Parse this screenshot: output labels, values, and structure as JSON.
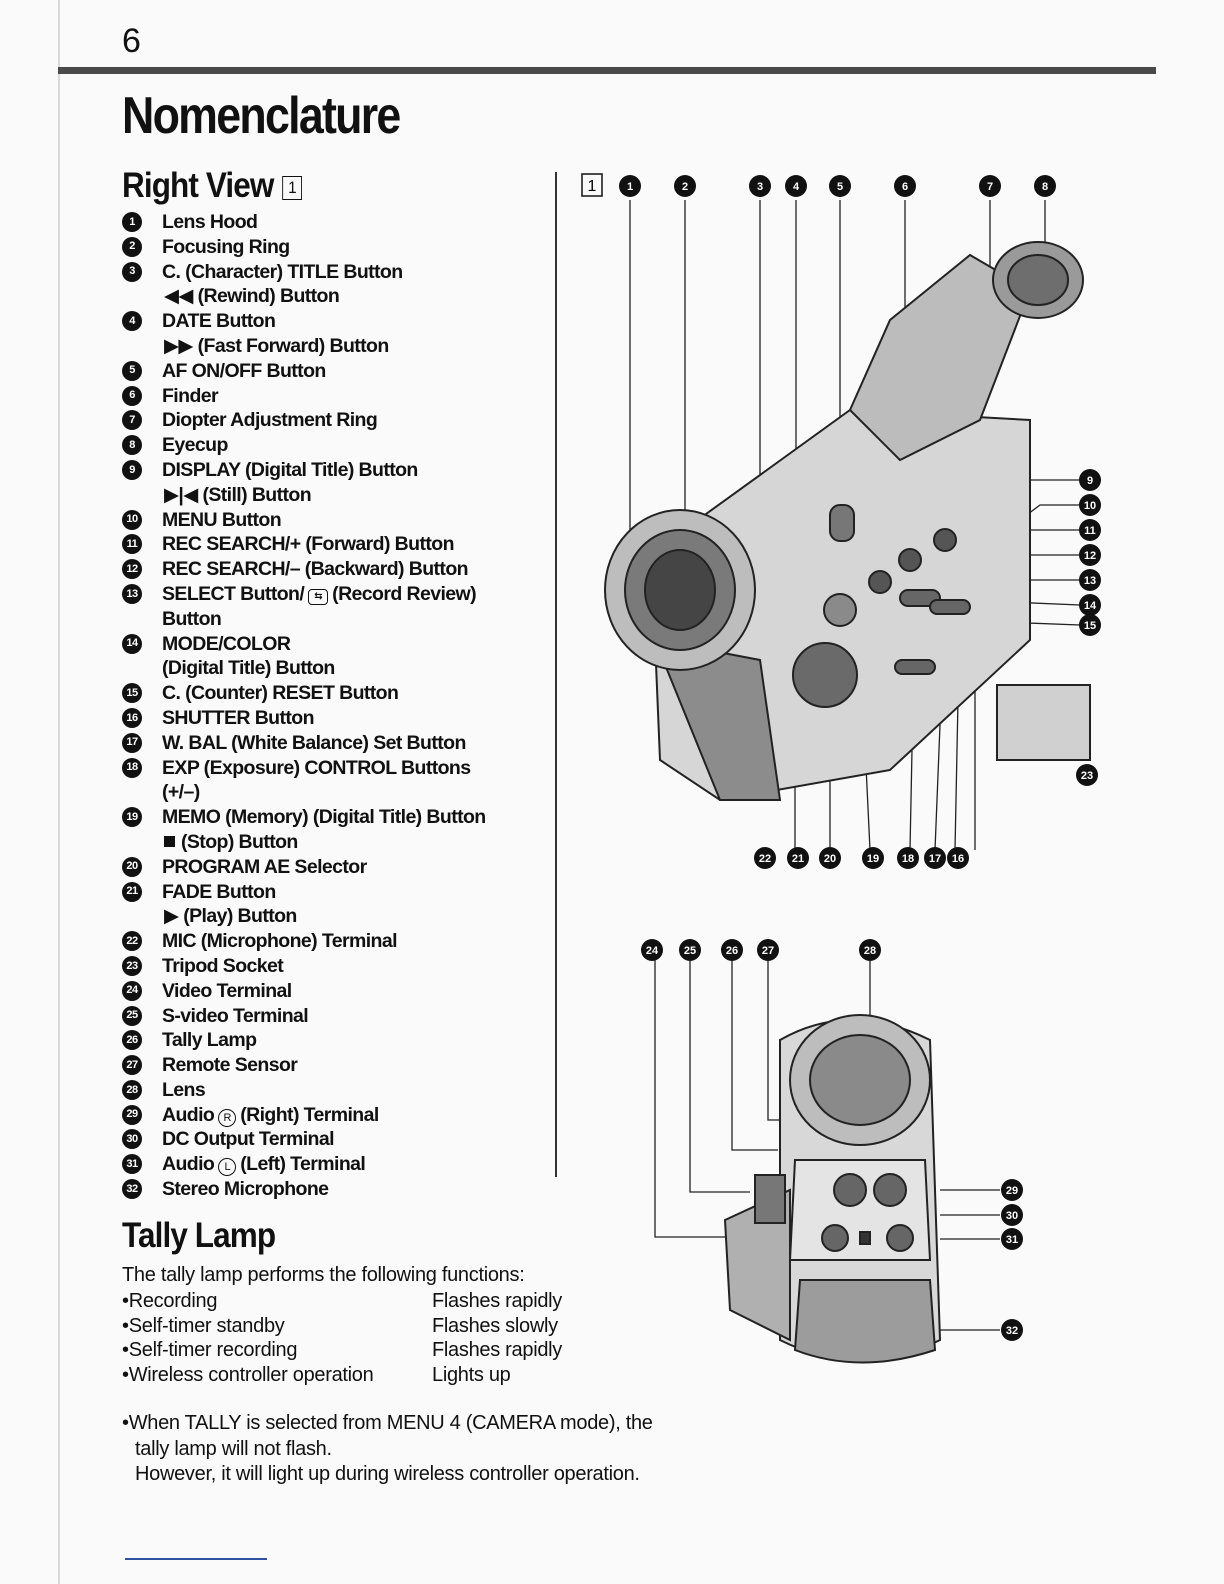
{
  "page": {
    "number": "6",
    "title": "Nomenclature"
  },
  "right_view": {
    "title": "Right View",
    "figure_ref": "1",
    "items": [
      {
        "num": "1",
        "lines": [
          "Lens Hood"
        ]
      },
      {
        "num": "2",
        "lines": [
          "Focusing Ring"
        ]
      },
      {
        "num": "3",
        "lines": [
          "C. (Character) TITLE Button"
        ],
        "sub_symbol": "◀◀",
        "sub_text": "(Rewind) Button"
      },
      {
        "num": "4",
        "lines": [
          "DATE Button"
        ],
        "sub_symbol": "▶▶",
        "sub_text": "(Fast Forward) Button"
      },
      {
        "num": "5",
        "lines": [
          "AF ON/OFF Button"
        ]
      },
      {
        "num": "6",
        "lines": [
          "Finder"
        ]
      },
      {
        "num": "7",
        "lines": [
          "Diopter Adjustment Ring"
        ]
      },
      {
        "num": "8",
        "lines": [
          "Eyecup"
        ]
      },
      {
        "num": "9",
        "lines": [
          "DISPLAY (Digital Title) Button"
        ],
        "sub_symbol": "▶|◀",
        "sub_text": "(Still) Button"
      },
      {
        "num": "10",
        "lines": [
          "MENU Button"
        ]
      },
      {
        "num": "11",
        "lines": [
          "REC SEARCH/+ (Forward) Button"
        ]
      },
      {
        "num": "12",
        "lines": [
          "REC SEARCH/– (Backward) Button"
        ]
      },
      {
        "num": "13",
        "lines": [
          "SELECT Button/",
          "(Record Review)",
          "Button"
        ]
      },
      {
        "num": "14",
        "lines": [
          "MODE/COLOR",
          "(Digital Title) Button"
        ]
      },
      {
        "num": "15",
        "lines": [
          "C. (Counter) RESET Button"
        ]
      },
      {
        "num": "16",
        "lines": [
          "SHUTTER Button"
        ]
      },
      {
        "num": "17",
        "lines": [
          "W. BAL (White Balance) Set Button"
        ]
      },
      {
        "num": "18",
        "lines": [
          "EXP (Exposure) CONTROL Buttons",
          "(+/–)"
        ]
      },
      {
        "num": "19",
        "lines": [
          "MEMO (Memory) (Digital Title) Button"
        ],
        "sub_symbol": "■",
        "sub_text": "(Stop) Button"
      },
      {
        "num": "20",
        "lines": [
          "PROGRAM AE Selector"
        ]
      },
      {
        "num": "21",
        "lines": [
          "FADE Button"
        ],
        "sub_symbol": "▶",
        "sub_text": "(Play) Button"
      },
      {
        "num": "22",
        "lines": [
          "MIC (Microphone) Terminal"
        ]
      },
      {
        "num": "23",
        "lines": [
          "Tripod Socket"
        ]
      },
      {
        "num": "24",
        "lines": [
          "Video Terminal"
        ]
      },
      {
        "num": "25",
        "lines": [
          "S-video Terminal"
        ]
      },
      {
        "num": "26",
        "lines": [
          "Tally Lamp"
        ]
      },
      {
        "num": "27",
        "lines": [
          "Remote Sensor"
        ]
      },
      {
        "num": "28",
        "lines": [
          "Lens"
        ]
      },
      {
        "num": "29",
        "lines": [
          "Audio",
          "R",
          "(Right) Terminal"
        ]
      },
      {
        "num": "30",
        "lines": [
          "DC Output Terminal"
        ]
      },
      {
        "num": "31",
        "lines": [
          "Audio",
          "L",
          "(Left) Terminal"
        ]
      },
      {
        "num": "32",
        "lines": [
          "Stereo Microphone"
        ]
      }
    ]
  },
  "tally": {
    "title": "Tally Lamp",
    "intro": "The tally lamp performs the following functions:",
    "rows": [
      {
        "function": "•Recording",
        "behavior": "Flashes rapidly"
      },
      {
        "function": "•Self-timer standby",
        "behavior": "Flashes slowly"
      },
      {
        "function": "•Self-timer recording",
        "behavior": "Flashes rapidly"
      },
      {
        "function": "•Wireless controller operation",
        "behavior": "Lights up"
      }
    ],
    "note_lines": [
      "•When TALLY is selected from MENU 4 (CAMERA mode), the",
      "tally lamp will not flash.",
      "However, it will light up during wireless controller operation."
    ]
  },
  "figure": {
    "ref": "1",
    "top_callouts": [
      "1",
      "2",
      "3",
      "4",
      "5",
      "6",
      "7",
      "8"
    ],
    "right_callouts": [
      "9",
      "10",
      "11",
      "12",
      "13",
      "14",
      "15"
    ],
    "bottom_callouts": [
      "22",
      "21",
      "20",
      "19",
      "18",
      "17",
      "16"
    ],
    "tripod_callout": "23",
    "rear_top_callouts": [
      "24",
      "25",
      "26",
      "27",
      "28"
    ],
    "rear_right_callouts": [
      "29",
      "30",
      "31",
      "32"
    ]
  }
}
